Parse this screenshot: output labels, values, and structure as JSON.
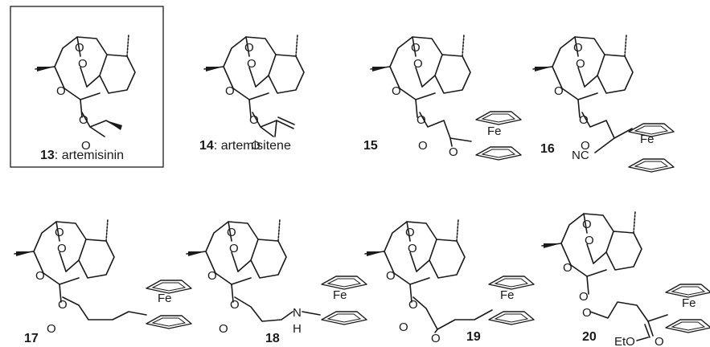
{
  "compounds": [
    {
      "number": "13",
      "label": ": artemisinin"
    },
    {
      "number": "14",
      "label": ": artemisitene"
    },
    {
      "number": "15",
      "label": ""
    },
    {
      "number": "16",
      "label": ""
    },
    {
      "number": "17",
      "label": ""
    },
    {
      "number": "18",
      "label": ""
    },
    {
      "number": "19",
      "label": ""
    },
    {
      "number": "20",
      "label": ""
    }
  ],
  "atoms": {
    "oxygen": "O",
    "iron": "Fe",
    "nitrogen": "N",
    "hydrogen": "H",
    "nitrile": "NC",
    "ethoxy": "EtO"
  }
}
